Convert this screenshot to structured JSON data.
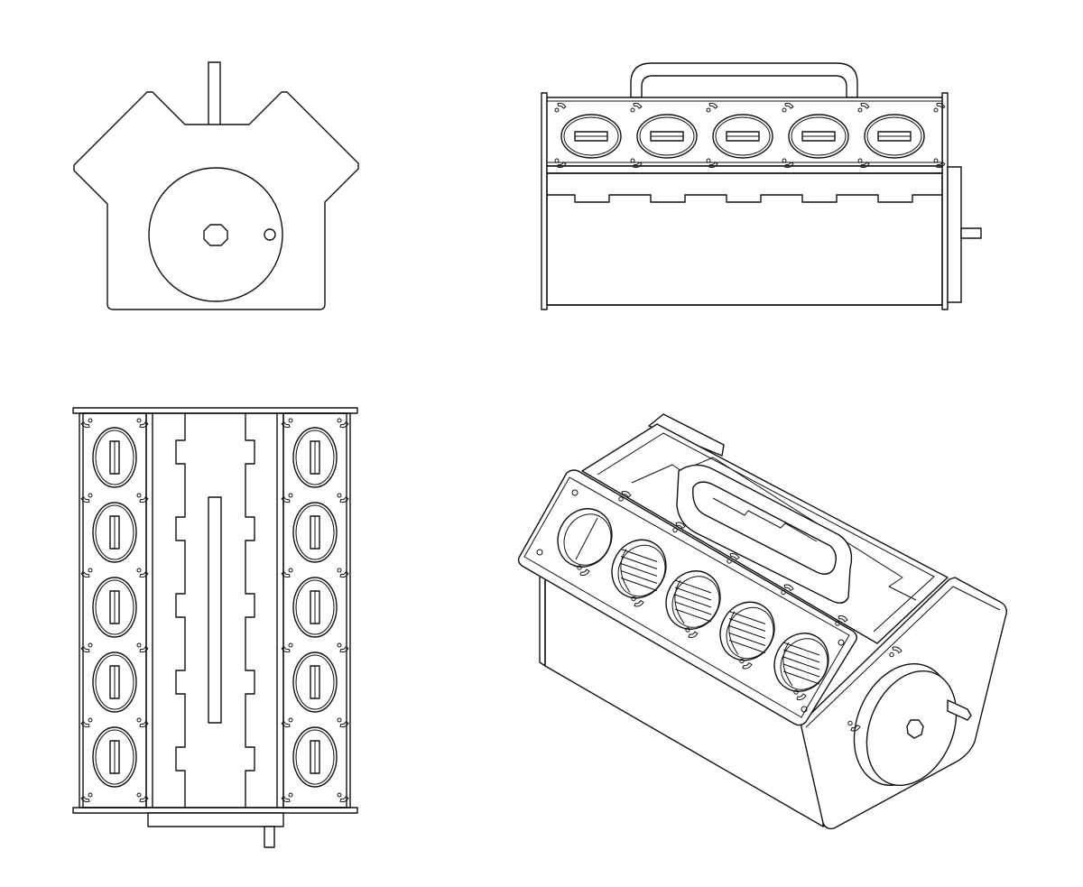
{
  "drawing": {
    "views": [
      {
        "id": "front-view",
        "kind": "orthographic"
      },
      {
        "id": "side-view",
        "kind": "orthographic",
        "port_count": 5
      },
      {
        "id": "top-view",
        "kind": "orthographic",
        "port_count": 10
      },
      {
        "id": "isometric-view",
        "kind": "isometric",
        "port_count": 5
      }
    ],
    "colors": {
      "line": "#111111",
      "background": "#ffffff"
    }
  }
}
